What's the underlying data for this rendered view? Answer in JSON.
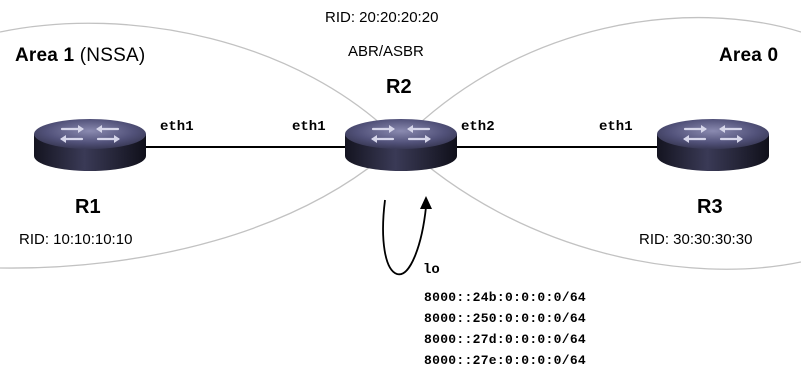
{
  "areas": {
    "area1_name": "Area 1",
    "area1_type": "(NSSA)",
    "area0_name": "Area 0"
  },
  "routers": {
    "r1": {
      "name": "R1",
      "rid": "RID: 10:10:10:10",
      "iface": "eth1"
    },
    "r2": {
      "name": "R2",
      "rid": "RID: 20:20:20:20",
      "role": "ABR/ASBR",
      "iface_left": "eth1",
      "iface_right": "eth2",
      "loopback": "lo"
    },
    "r3": {
      "name": "R3",
      "rid": "RID: 30:30:30:30",
      "iface": "eth1"
    }
  },
  "loopback_prefixes": [
    "8000::24b:0:0:0:0/64",
    "8000::250:0:0:0:0/64",
    "8000::27d:0:0:0:0/64",
    "8000::27e:0:0:0:0/64"
  ],
  "colors": {
    "area_boundary": "#c2c2c2",
    "router_top": "#5a5a80",
    "router_body": "#1e1e30",
    "link": "#000000"
  },
  "icons": [
    "router-icon",
    "loop-arrow-icon"
  ]
}
